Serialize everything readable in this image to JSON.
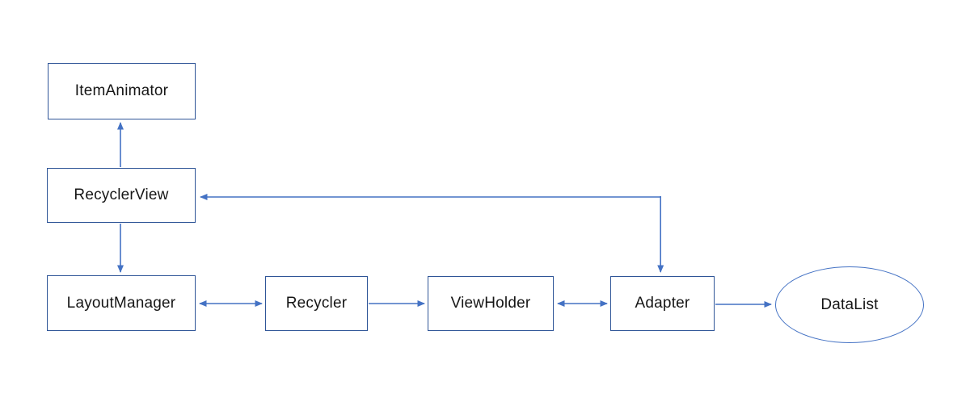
{
  "diagram": {
    "description": "RecyclerView architecture diagram",
    "nodes": {
      "item_animator": {
        "label": "ItemAnimator",
        "shape": "rect"
      },
      "recycler_view": {
        "label": "RecyclerView",
        "shape": "rect"
      },
      "layout_manager": {
        "label": "LayoutManager",
        "shape": "rect"
      },
      "recycler": {
        "label": "Recycler",
        "shape": "rect"
      },
      "view_holder": {
        "label": "ViewHolder",
        "shape": "rect"
      },
      "adapter": {
        "label": "Adapter",
        "shape": "rect"
      },
      "data_list": {
        "label": "DataList",
        "shape": "ellipse"
      }
    },
    "edges": [
      {
        "from": "RecyclerView",
        "to": "ItemAnimator",
        "style": "single-arrow",
        "route": "straight-vertical"
      },
      {
        "from": "RecyclerView",
        "to": "LayoutManager",
        "style": "single-arrow",
        "route": "straight-vertical"
      },
      {
        "from": "LayoutManager",
        "to": "Recycler",
        "style": "double-arrow",
        "route": "straight-horizontal"
      },
      {
        "from": "Recycler",
        "to": "ViewHolder",
        "style": "single-arrow",
        "route": "straight-horizontal"
      },
      {
        "from": "ViewHolder",
        "to": "Adapter",
        "style": "double-arrow",
        "route": "straight-horizontal"
      },
      {
        "from": "Adapter",
        "to": "DataList",
        "style": "single-arrow",
        "route": "straight-horizontal"
      },
      {
        "from": "Adapter",
        "to": "RecyclerView",
        "style": "double-arrow",
        "route": "elbow"
      }
    ],
    "colors": {
      "box_border": "#2f5597",
      "arrow": "#4472c4",
      "ellipse_border": "#4472c4",
      "text": "#161616",
      "background": "#ffffff"
    }
  }
}
